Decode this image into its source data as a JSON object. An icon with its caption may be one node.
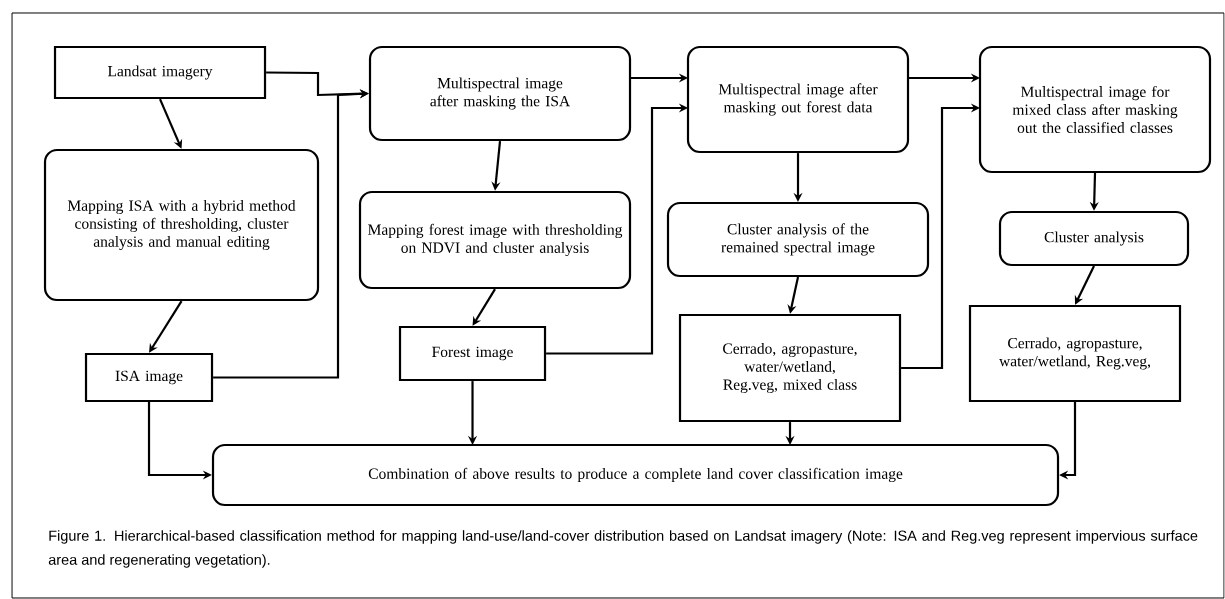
{
  "diagram": {
    "caption": "Figure 1. Hierarchical-based classification method for mapping land-use/land-cover distribution based on Landsat imagery (Note: ISA and Reg.veg represent impervious surface area and regenerating vegetation).",
    "nodes": [
      {
        "text": [
          "Landsat imagery"
        ]
      },
      {
        "text": [
          "Mapping ISA with a hybrid method consisting of thresholding, cluster analysis and manual editing"
        ]
      },
      {
        "text": [
          "ISA image"
        ]
      },
      {
        "text": [
          "Multispectral image after masking the ISA"
        ]
      },
      {
        "text": [
          "Mapping forest image with thresholding on NDVI and cluster analysis"
        ]
      },
      {
        "text": [
          "Forest image"
        ]
      },
      {
        "text": [
          "Multispectral image after masking out forest data"
        ]
      },
      {
        "text": [
          "Cluster analysis of the remained spectral image"
        ]
      },
      {
        "text": [
          "Cerrado, agropasture, water/wetland, Reg.veg, mixed class"
        ]
      },
      {
        "text": [
          "Multispectral image for mixed class after masking out the classified classes"
        ]
      },
      {
        "text": [
          "Cluster analysis"
        ]
      },
      {
        "text": [
          "Cerrado, agropasture, water/wetland, Reg.veg,"
        ]
      },
      {
        "text": [
          "Combination of above results to produce a complete land cover classification image"
        ]
      }
    ],
    "edges": [
      {
        "from": 0,
        "to": 1,
        "arrow": "to"
      },
      {
        "from": 1,
        "to": 2,
        "arrow": "to"
      },
      {
        "from": 0,
        "to": 3,
        "arrow": "to"
      },
      {
        "from": 2,
        "to": 3,
        "arrow": "to"
      },
      {
        "from": 3,
        "to": 4,
        "arrow": "to"
      },
      {
        "from": 4,
        "to": 5,
        "arrow": "to"
      },
      {
        "from": 3,
        "to": 6,
        "arrow": "to"
      },
      {
        "from": 5,
        "to": 6,
        "arrow": "to"
      },
      {
        "from": 6,
        "to": 7,
        "arrow": "to"
      },
      {
        "from": 7,
        "to": 8,
        "arrow": "to"
      },
      {
        "from": 6,
        "to": 9,
        "arrow": "to"
      },
      {
        "from": 8,
        "to": 9,
        "arrow": "to"
      },
      {
        "from": 9,
        "to": 10,
        "arrow": "to"
      },
      {
        "from": 10,
        "to": 11,
        "arrow": "to"
      },
      {
        "from": 2,
        "to": 12,
        "arrow": "to"
      },
      {
        "from": 5,
        "to": 12,
        "arrow": "to"
      },
      {
        "from": 8,
        "to": 12,
        "arrow": "to"
      },
      {
        "from": 11,
        "to": 12,
        "arrow": "to"
      }
    ]
  }
}
